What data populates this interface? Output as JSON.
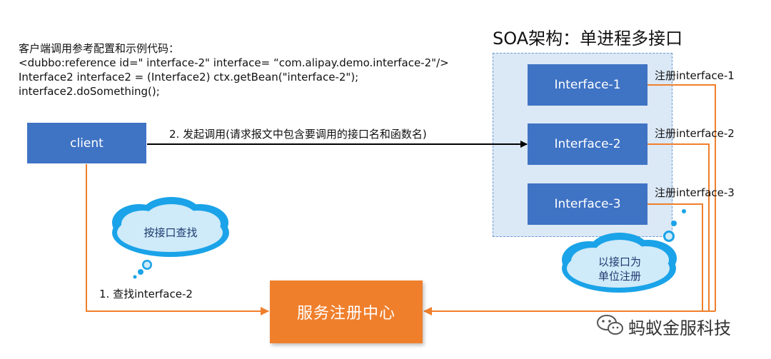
{
  "code": {
    "line1": "客户端调用参考配置和示例代码：",
    "line2": "<dubbo:reference id=\" interface-2\" interface= “com.alipay.demo.interface-2\"/>",
    "line3": "Interface2 interface2 = (Interface2) ctx.getBean(\"interface-2\");",
    "line4": "interface2.doSomething();"
  },
  "soa": {
    "title": "SOA架构：单进程多接口",
    "interfaces": [
      "Interface-1",
      "Interface-2",
      "Interface-3"
    ],
    "register_labels": [
      "注册interface-1",
      "注册interface-2",
      "注册interface-3"
    ]
  },
  "client": {
    "label": "client"
  },
  "registry": {
    "label": "服务注册中心"
  },
  "steps": {
    "call": "2. 发起调用(请求报文中包含要调用的接口名和函数名)",
    "lookup": "1. 查找interface-2"
  },
  "clouds": {
    "lookup": "按接口查找",
    "register_line1": "以接口为",
    "register_line2": "单位注册"
  },
  "watermark": {
    "text": "蚂蚁金服科技"
  },
  "colors": {
    "blue_box": "#3f73c4",
    "orange": "#f07f2c",
    "cloud": "#1aa3e8",
    "soa_bg": "#dbe8f6"
  }
}
